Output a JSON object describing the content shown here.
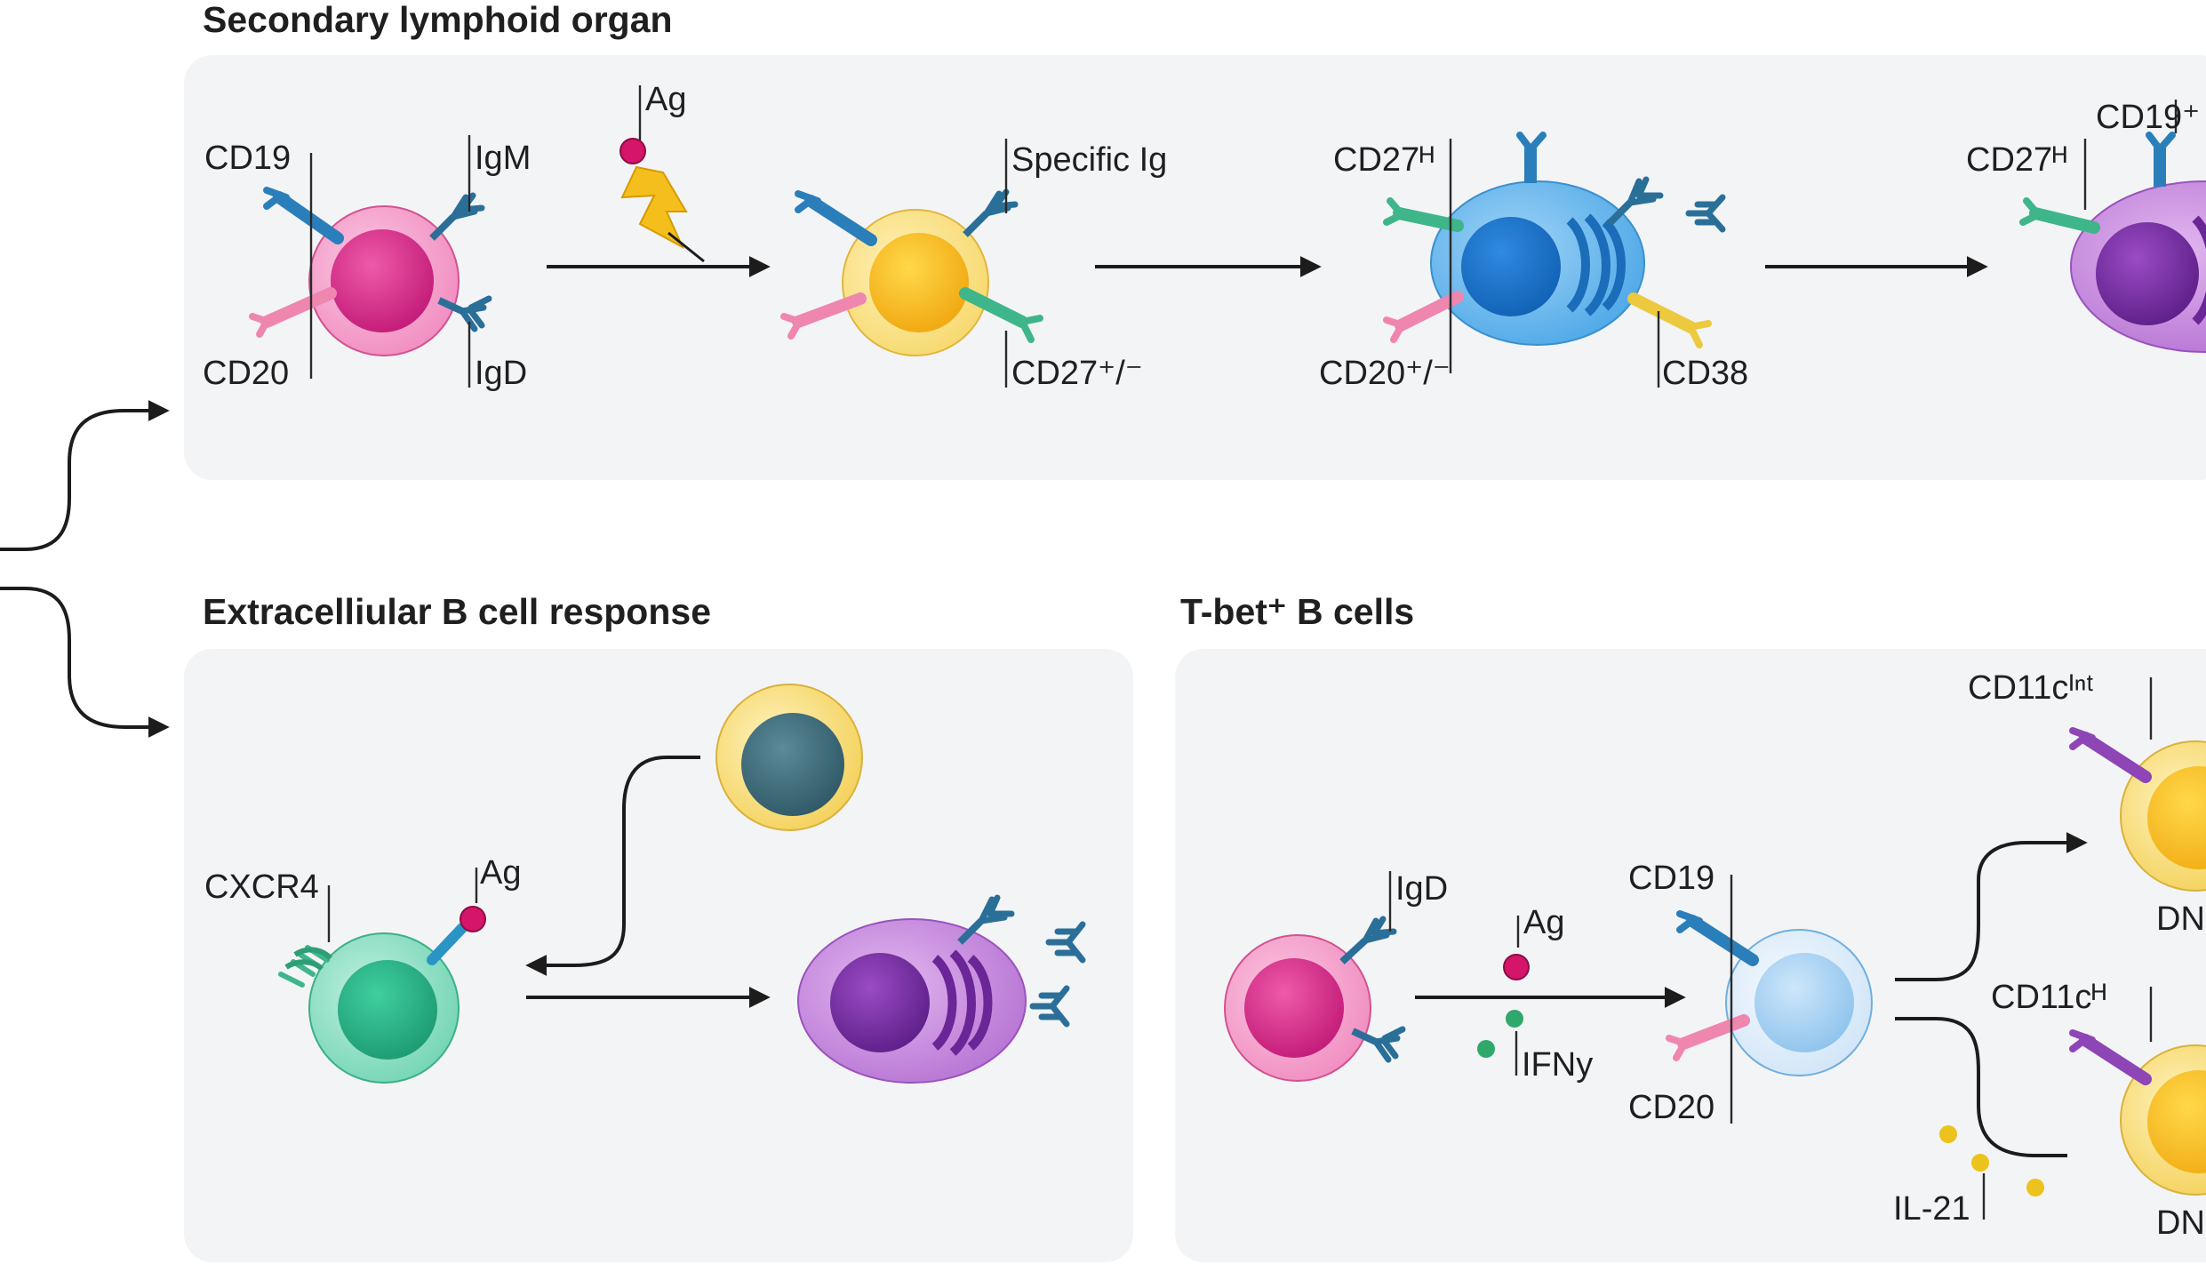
{
  "panels": {
    "top_title": "Secondary lymphoid organ",
    "bottom_left_title": "Extracelliular B cell response",
    "bottom_right_title": "T-bet⁺ B cells"
  },
  "labels": {
    "cd19_1": "CD19",
    "igm": "IgM",
    "cd20_1": "CD20",
    "igd_1": "IgD",
    "ag_1": "Ag",
    "specific_ig": "Specific Ig",
    "cd27_pm": "CD27⁺/⁻",
    "cd27_hi_1": "CD27ᴴ",
    "cd20_pm": "CD20⁺/⁻",
    "cd38": "CD38",
    "cd27_hi_2": "CD27ᴴ",
    "cd19_plus": "CD19⁺",
    "cxcr4": "CXCR4",
    "ag_2": "Ag",
    "igd_2": "IgD",
    "ag_3": "Ag",
    "ifny": "IFNy",
    "cd19_2": "CD19",
    "cd20_2": "CD20",
    "cd11c_int": "CD11cᴵⁿᵗ",
    "dn_1": "DN",
    "cd11c_hi": "CD11cᴴ",
    "dn_2": "DN",
    "il21": "IL-21"
  },
  "colors": {
    "naive_b": "#e0489a",
    "activated_b": "#f7c42c",
    "plasmablast": "#2f87d6",
    "plasma_cell": "#8a3fb0",
    "extrafollicular_b": "#33c49a",
    "t_helper": "#f3cf54",
    "dn_precursor": "#cfe4f7",
    "receptor_blue": "#2a7fba",
    "receptor_pink": "#ef86b0",
    "receptor_green": "#3fb58a",
    "receptor_yellow": "#ecc93e",
    "receptor_purple": "#8e45b5",
    "antigen": "#d41569",
    "ifny_dot": "#2fa86b",
    "il21_dot": "#ecc21c"
  }
}
